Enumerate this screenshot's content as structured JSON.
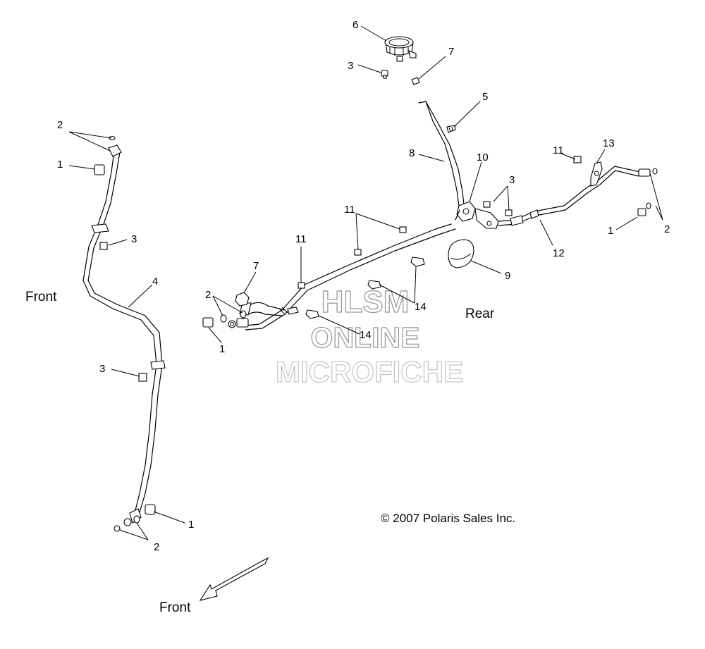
{
  "labels": {
    "front_left": "Front",
    "rear": "Rear",
    "front_arrow": "Front"
  },
  "copyright": "© 2007 Polaris Sales Inc.",
  "watermark": {
    "line1": "HLSM",
    "line2": "ONLINE",
    "line3": "MICROFICHE"
  },
  "callouts": {
    "c6": "6",
    "c3_top": "3",
    "c7_top": "7",
    "c5": "5",
    "c8": "8",
    "c10": "10",
    "c3_right": "3",
    "c11_right": "11",
    "c13": "13",
    "c2_right": "2",
    "c1_right": "1",
    "c12": "12",
    "c9": "9",
    "c11_mid": "11",
    "c11_left": "11",
    "c7_left": "7",
    "c2_mid": "2",
    "c1_mid": "1",
    "c14_a": "14",
    "c14_b": "14",
    "c2_topleft": "2",
    "c1_topleft": "1",
    "c3_left_a": "3",
    "c4": "4",
    "c3_left_b": "3",
    "c1_bottom": "1",
    "c2_bottom": "2"
  }
}
